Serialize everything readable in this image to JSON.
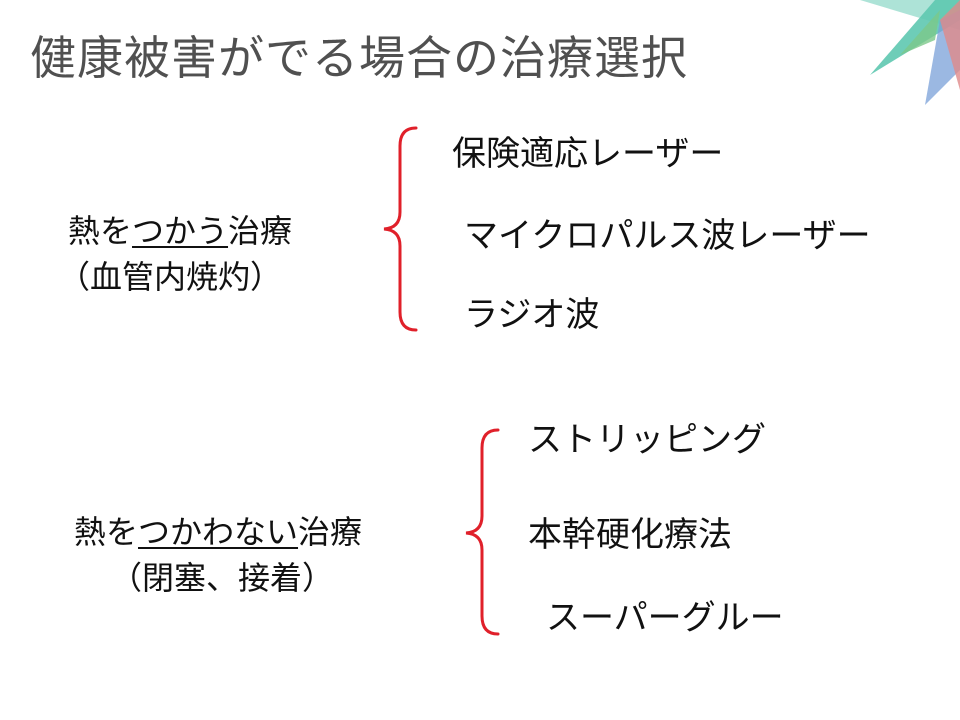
{
  "title": "健康被害がでる場合の治療選択",
  "colors": {
    "title": "#505050",
    "text": "#111111",
    "brace": "#e0202a",
    "deco_teal": "#5ec8b0",
    "deco_blue": "#7aa0d8",
    "deco_pink": "#e08a8a",
    "deco_green": "#7cc88a"
  },
  "group1": {
    "label_pre": "熱を",
    "label_underlined": "つかう",
    "label_post": "治療",
    "label_sub": "（血管内焼灼）",
    "options": [
      "保険適応レーザー",
      "マイクロパルス波レーザー",
      "ラジオ波"
    ]
  },
  "group2": {
    "label_pre": "熱を",
    "label_underlined": "つかわない",
    "label_post": "治療",
    "label_sub": "（閉塞、接着）",
    "options": [
      "ストリッピング",
      "本幹硬化療法",
      "スーパーグルー"
    ]
  }
}
